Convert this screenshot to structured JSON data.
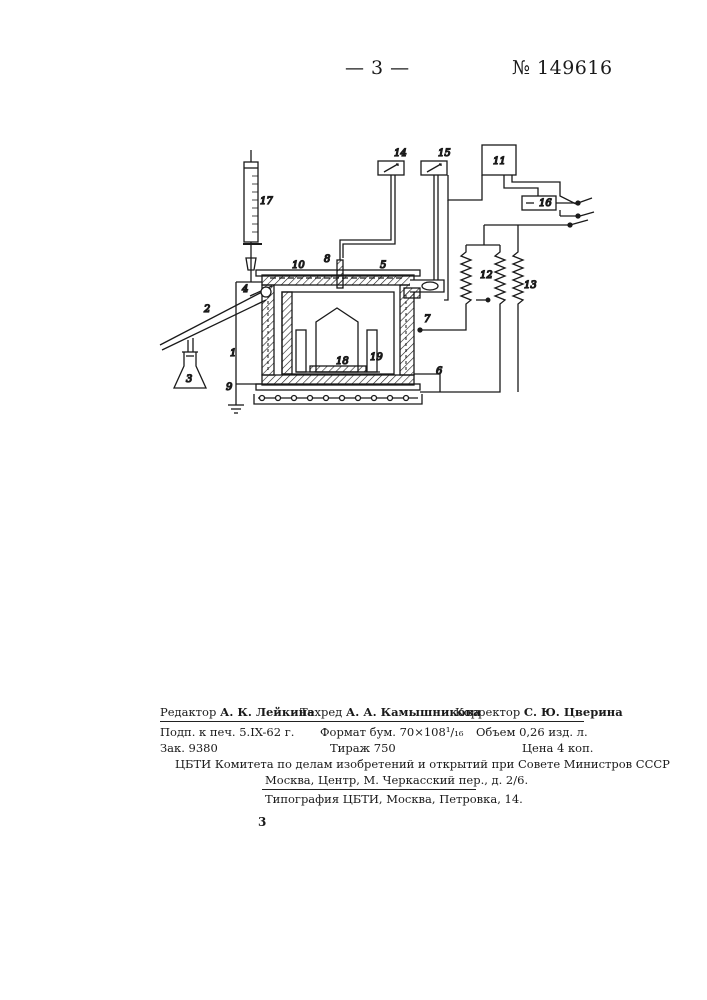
{
  "header": {
    "page_number": "— 3 —",
    "patent_number": "№ 149616"
  },
  "figure": {
    "labels": {
      "l1": "1",
      "l2": "2",
      "l3": "3",
      "l4": "4",
      "l5": "5",
      "l6": "6",
      "l7": "7",
      "l8": "8",
      "l9": "9",
      "l10": "10",
      "l11": "11",
      "l12": "12",
      "l13": "13",
      "l14": "14",
      "l15": "15",
      "l16": "16",
      "l17": "17",
      "l18": "18",
      "l19": "19"
    }
  },
  "imprint": {
    "editor_label": "Редактор",
    "editor_name": "А. К. Лейкина",
    "techred_label": "Техред",
    "techred_name": "А. А. Камышникова",
    "corrector_label": "Корректор",
    "corrector_name": "С. Ю. Цверина",
    "signed": "Подп. к печ. 5.IX-62 г.",
    "format": "Формат бум. 70×108¹/₁₆",
    "volume": "Объем 0,26 изд. л.",
    "order": "Зак. 9380",
    "run": "Тираж 750",
    "price": "Цена 4 коп.",
    "publisher": "ЦБТИ Комитета по делам изобретений и открытий при Совете Министров СССР",
    "address": "Москва, Центр, М. Черкасский пер., д. 2/6.",
    "printer": "Типография ЦБТИ, Москва, Петровка, 14."
  },
  "footer": {
    "page_number": "3"
  }
}
